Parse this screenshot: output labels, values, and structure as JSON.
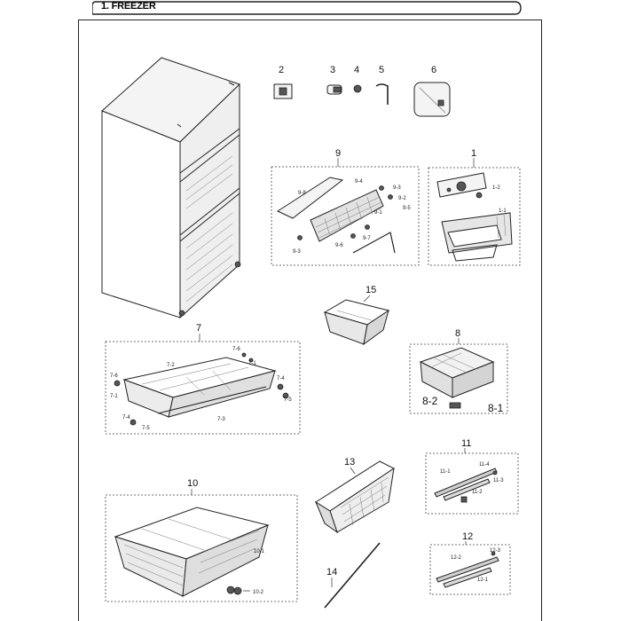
{
  "section": {
    "title": "1. FREEZER"
  },
  "callouts": {
    "c1": "1",
    "c1_1": "1-1",
    "c1_2": "1-2",
    "c2": "2",
    "c3": "3",
    "c4": "4",
    "c5": "5",
    "c6": "6",
    "c7": "7",
    "c7_1a": "7-1",
    "c7_1b": "7-1",
    "c7_2": "7-2",
    "c7_3": "7-3",
    "c7_4a": "7-4",
    "c7_4b": "7-4",
    "c7_5a": "7-5",
    "c7_5b": "7-5",
    "c7_6a": "7-6",
    "c7_6b": "7-6",
    "c8": "8",
    "c8_1": "8-1",
    "c8_2": "8-2",
    "c9": "9",
    "c9_1": "9-1",
    "c9_2": "9-2",
    "c9_3a": "9-3",
    "c9_3b": "9-3",
    "c9_4": "9-4",
    "c9_5": "9-5",
    "c9_6": "9-6",
    "c9_7": "9-7",
    "c9_8": "9-8",
    "c10": "10",
    "c10_1": "10-1",
    "c10_2": "10-2",
    "c11": "11",
    "c11_1": "11-1",
    "c11_2": "11-2",
    "c11_3": "11-3",
    "c11_4": "11-4",
    "c12": "12",
    "c12_1": "12-1",
    "c12_2": "12-2",
    "c12_3": "12-3",
    "c13": "13",
    "c14": "14",
    "c15": "15"
  }
}
